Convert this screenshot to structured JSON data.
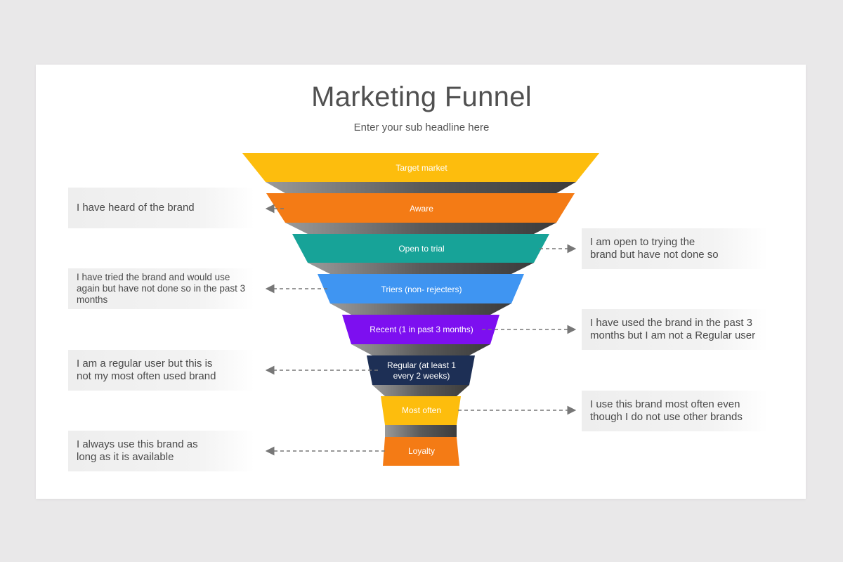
{
  "title": "Marketing Funnel",
  "subtitle": "Enter your sub headline here",
  "stages": [
    {
      "label": "Target market",
      "color": "#fdbd0d"
    },
    {
      "label": "Aware",
      "color": "#f47b15"
    },
    {
      "label": "Open to trial",
      "color": "#17a398"
    },
    {
      "label": "Triers (non- rejecters)",
      "color": "#3f95f2"
    },
    {
      "label": "Recent (1 in past 3 months)",
      "color": "#7d0ff0"
    },
    {
      "label": "Regular (at least 1\nevery 2 weeks)",
      "color": "#1d2f55"
    },
    {
      "label": "Most often",
      "color": "#fdbd0d"
    },
    {
      "label": "Loyalty",
      "color": "#f47b15"
    }
  ],
  "annotations": {
    "aware": "I have heard of the brand",
    "open_to_trial": "I am open to trying the\nbrand but have not done so",
    "triers": " I have tried the brand and would use\nagain but have not done so in the past 3\nmonths",
    "recent": " I have used the brand in the past 3\nmonths but I am not a Regular user",
    "regular": "I am a regular user but this is\nnot my most often used brand",
    "most_often": "I use this brand most often even\nthough I do not use other brands",
    "loyalty": "I always use this brand as\nlong as it is available"
  },
  "colors": {
    "background": "#e9e8e9",
    "slide": "#ffffff",
    "shadow_band": "#6e6e6e",
    "arrow": "#777777"
  }
}
